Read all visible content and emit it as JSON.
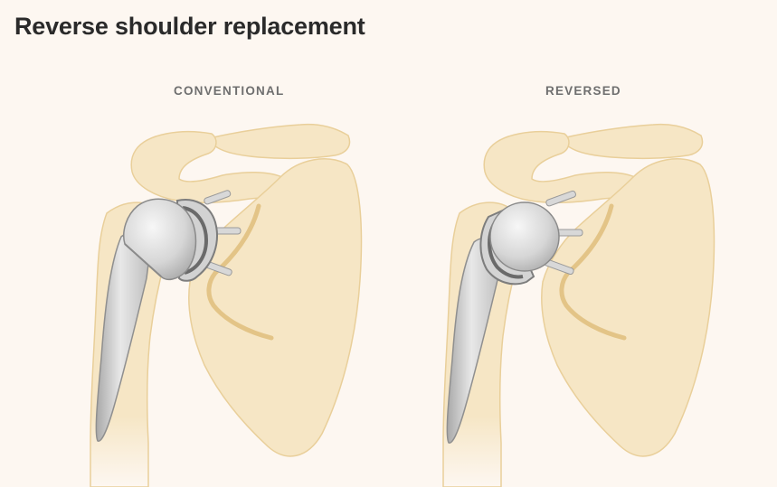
{
  "title": "Reverse shoulder replacement",
  "panels": [
    {
      "label": "CONVENTIONAL"
    },
    {
      "label": "REVERSED"
    }
  ],
  "colors": {
    "background": "#fdf7f1",
    "bone_fill": "#f6e6c5",
    "bone_outline": "#e9cf9a",
    "bone_shadow": "#e3c487",
    "metal_light": "#e6e6e6",
    "metal_mid": "#c7c7c7",
    "metal_dark": "#8f8f8f",
    "title": "#2a2a2a",
    "label": "#6f6f6f"
  }
}
